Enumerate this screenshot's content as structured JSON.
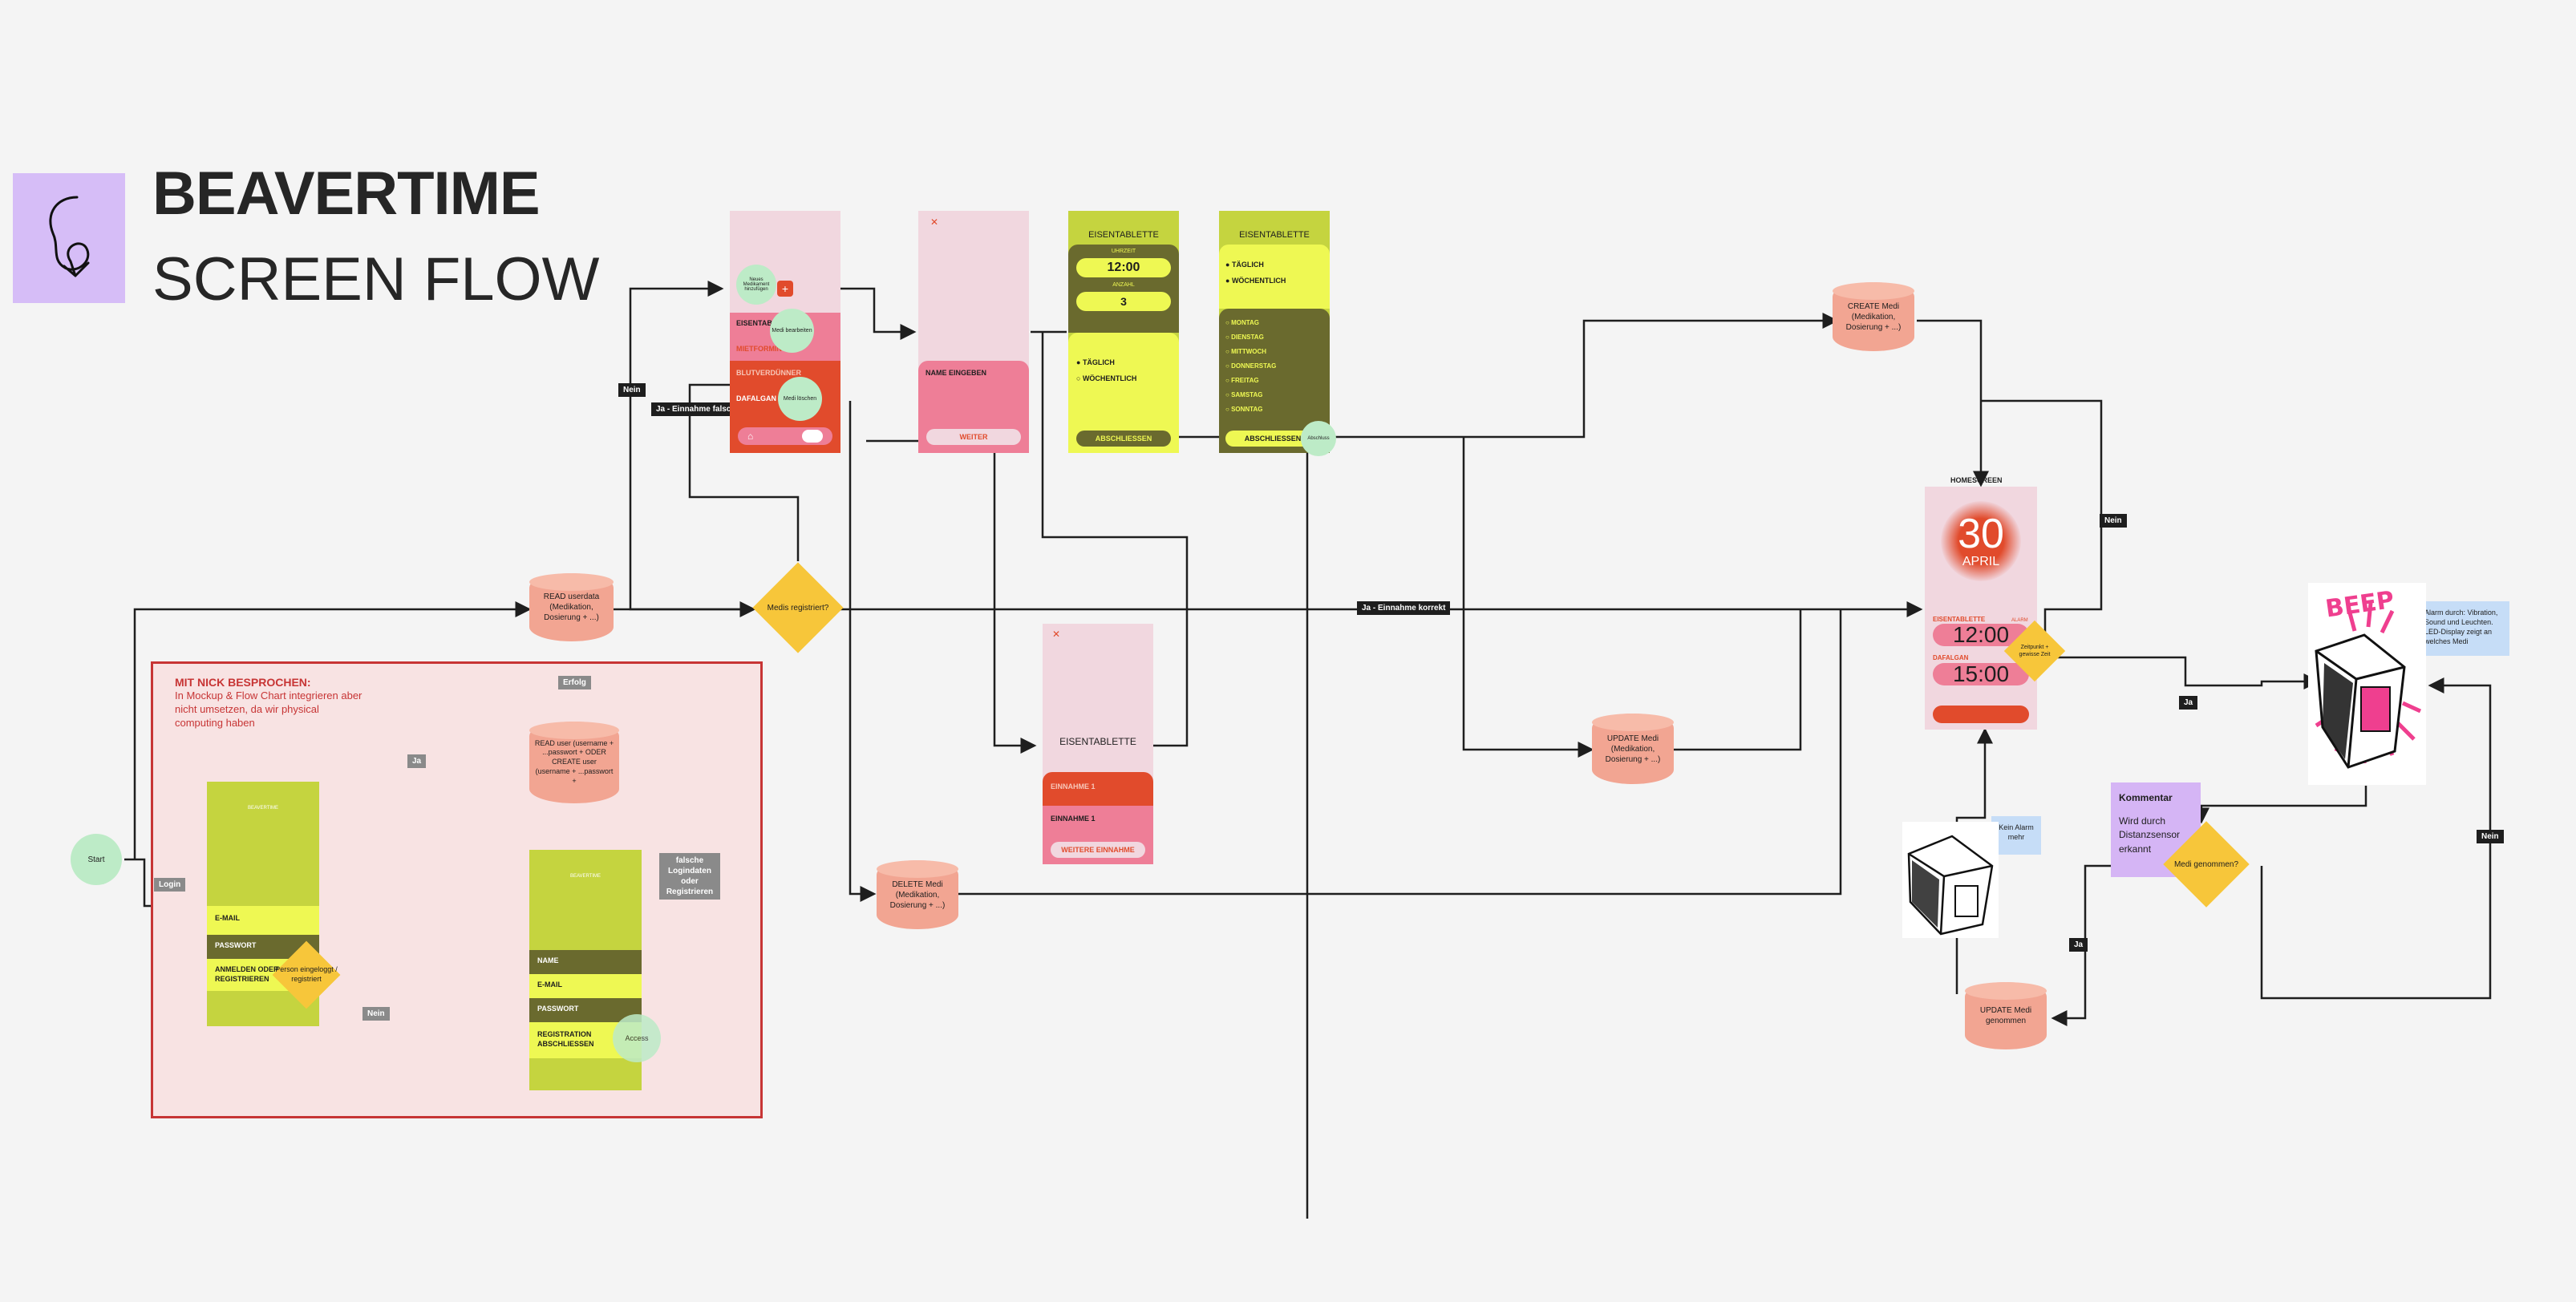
{
  "header": {
    "title": "BEAVERTIME",
    "subtitle": "SCREEN FLOW"
  },
  "colors": {
    "background": "#f4f4f4",
    "logo": "#d6bdf7",
    "lime": "#c5d43f",
    "olive": "#6a6a2e",
    "yellow": "#eef853",
    "pink": "#f1d7df",
    "rose": "#ee7e97",
    "red": "#e14b2c",
    "salmon": "#f2a592",
    "mint": "#bdebc7",
    "diamond": "#f7c63a",
    "frame_red": "#c73535",
    "frame_fill": "#f8e3e3"
  },
  "flow": {
    "start": "Start",
    "login_tag": "Login",
    "read_userdata": "READ userdata (Medikation, Dosierung + ...)",
    "medis_registriert": "Medis registriert?",
    "erfolg": "Erfolg",
    "nein_left": "Nein",
    "ja_einnahme_falsch": "Ja - Einnahme falsch",
    "ja_einnahme_korrekt": "Ja - Einnahme korrekt",
    "create_medi": "CREATE Medi (Medikation, Dosierung + ...)",
    "update_medi": "UPDATE Medi (Medikation, Dosierung + ...)",
    "delete_medi": "DELETE Medi (Medikation, Dosierung + ...)",
    "update_genommen": "UPDATE Medi genommen",
    "medi_genommen": "Medi genommen?",
    "zeitpunkt": "Zeitpunkt + gewisse Zeit",
    "nein_right": "Nein",
    "ja_right": "Ja",
    "ja_bottom": "Ja",
    "nein_far": "Nein",
    "kein_alarm": "Kein Alarm mehr",
    "alarm_notes": [
      "Alarm durch: Vibration, Sound und Leuchten.",
      "LED-Display zeigt an welches Medi"
    ],
    "kommentar_title": "Kommentar",
    "kommentar_body": "Wird durch Distanzsensor erkannt",
    "beep": "BEEP"
  },
  "nick": {
    "title": "MIT NICK BESPROCHEN:",
    "body": "In Mockup & Flow Chart integrieren aber nicht umsetzen, da wir physical computing haben",
    "ja": "Ja",
    "nein": "Nein",
    "read_user": "READ user (username + ...passwort + ODER CREATE user (username + ...passwort +",
    "falsche": "falsche Logindaten oder Registrieren",
    "person": "Person eingeloggt / registriert",
    "access": "Access",
    "login_fields": [
      "E-MAIL",
      "PASSWORT",
      "ANMELDEN ODER REGISTRIEREN"
    ],
    "register_fields": [
      "NAME",
      "E-MAIL",
      "PASSWORT",
      "REGISTRATION ABSCHLIESSEN"
    ],
    "brand": "BEAVERTIME"
  },
  "screen_list": {
    "items": [
      "EISENTABLETTE",
      "MIETFORMIN",
      "BLUTVERDÜNNER",
      "DAFALGAN"
    ],
    "new_medi": "Neues Medikament hinzufügen",
    "edit_medi": "Medi bearbeiten",
    "delete_medi": "Medi löschen"
  },
  "screen_name": {
    "label": "NAME EINGEBEN",
    "button": "WEITER"
  },
  "screen_time": {
    "title": "EISENTABLETTE",
    "uhrzeit_label": "UHRZEIT",
    "uhrzeit": "12:00",
    "anzahl_label": "ANZAHL",
    "anzahl": "3",
    "options": [
      "TÄGLICH",
      "WÖCHENTLICH"
    ],
    "button": "ABSCHLIESSEN"
  },
  "screen_days": {
    "title": "EISENTABLETTE",
    "options": [
      "TÄGLICH",
      "WÖCHENTLICH"
    ],
    "days": [
      "MONTAG",
      "DIENSTAG",
      "MITTWOCH",
      "DONNERSTAG",
      "FREITAG",
      "SAMSTAG",
      "SONNTAG"
    ],
    "button": "ABSCHLIESSEN",
    "badge": "Abschluss"
  },
  "screen_detail": {
    "title": "EISENTABLETTE",
    "entries": [
      "EINNAHME 1",
      "EINNAHME 1"
    ],
    "button": "WEITERE EINNAHME"
  },
  "homescreen": {
    "label": "HOMESCREEN",
    "day": "30",
    "month": "APRIL",
    "med1": "EISENTABLETTE",
    "time1": "12:00",
    "med2": "DAFALGAN",
    "time2": "15:00",
    "alarm": "ALARM"
  }
}
